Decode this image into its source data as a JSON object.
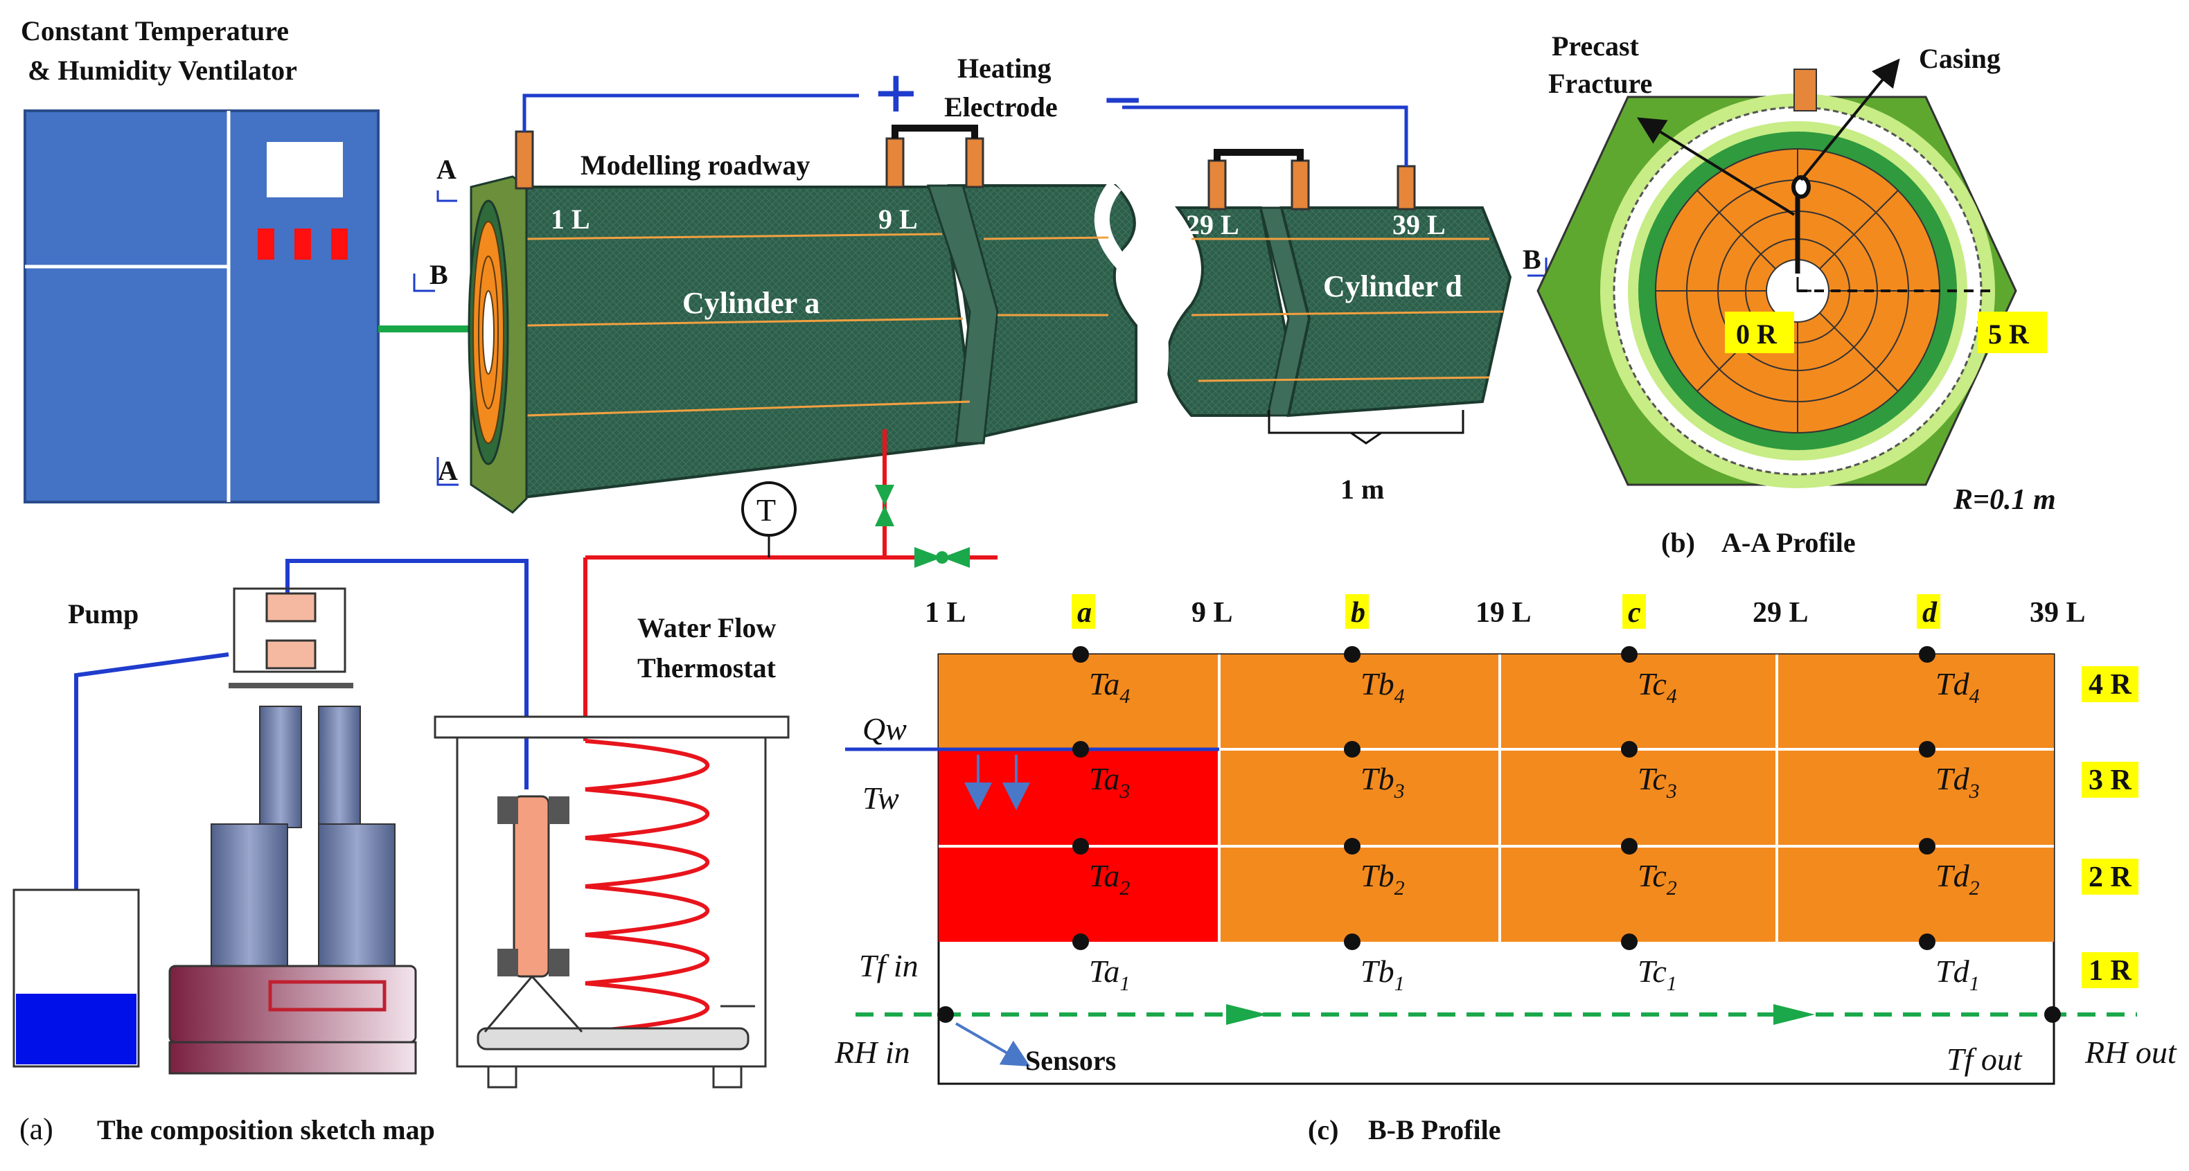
{
  "labels": {
    "ventilator": [
      "Constant Temperature",
      "& Humidity  Ventilator"
    ],
    "modelling_roadway": "Modelling  roadway",
    "heating_electrode": [
      "Heating",
      "Electrode"
    ],
    "plus": "+",
    "minus": "−",
    "thermo_t": "T",
    "pump": "Pump",
    "water_flow": [
      "Water Flow",
      "Thermostat"
    ],
    "cylinder_a": "Cylinder a",
    "cylinder_d": "Cylinder  d",
    "scale_1m": "1 m",
    "section_a": "A",
    "section_b": "B",
    "length_marks_top": [
      "1 L",
      "9 L",
      "29 L",
      "39 L"
    ],
    "caption_a": [
      "(a)",
      "The composition  sketch map"
    ],
    "caption_b": [
      "(b)",
      "A-A  Profile"
    ],
    "caption_c": [
      "(c)",
      "B-B Profile"
    ]
  },
  "profile_aa": {
    "precast_fracture": [
      "Precast",
      "Fracture"
    ],
    "casing": "Casing",
    "r0": "0 R",
    "r5": "5 R",
    "rnote": "R=0.1 m"
  },
  "profile_bb": {
    "col_ticks": [
      "1 L",
      "a",
      "9 L",
      "b",
      "19 L",
      "c",
      "29 L",
      "d",
      "39 L"
    ],
    "radius_ticks": [
      "4 R",
      "3 R",
      "2 R",
      "1 R"
    ],
    "sensors": [
      [
        "Ta4",
        "Tb4",
        "Tc4",
        "Td4"
      ],
      [
        "Ta3",
        "Tb3",
        "Tc3",
        "Td3"
      ],
      [
        "Ta2",
        "Tb2",
        "Tc2",
        "Td2"
      ],
      [
        "Ta1",
        "Tb1",
        "Tc1",
        "Td1"
      ]
    ],
    "qw": "Qw",
    "tw": "Tw",
    "tfin": "Tf in",
    "tfout": "Tf out",
    "rhin": "RH in",
    "rhout": "RH out",
    "sensors_label": "Sensors"
  },
  "colors": {
    "cylinder_green": "#2e5e4a",
    "ventilator_blue": "#4472c4",
    "rock_orange": "#f38a1e",
    "hot_red": "#fe0000",
    "pipe_blue": "#1f3ccd",
    "pipe_red": "#e8141c",
    "highlight_yellow": "#ffff00",
    "flow_green": "#1aa84a"
  }
}
